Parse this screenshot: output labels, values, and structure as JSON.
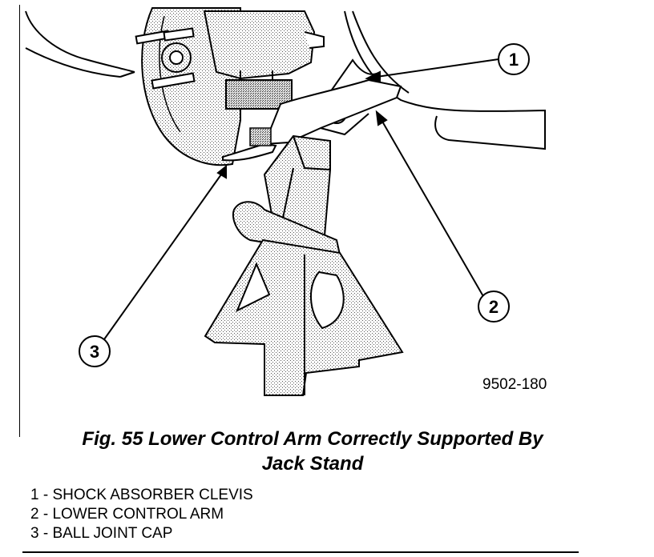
{
  "figure": {
    "code": "9502-180",
    "caption_line1": "Fig. 55 Lower Control Arm Correctly Supported By",
    "caption_line2": "Jack Stand"
  },
  "callouts": [
    {
      "number": "1",
      "label": "SHOCK ABSORBER CLEVIS"
    },
    {
      "number": "2",
      "label": "LOWER CONTROL ARM"
    },
    {
      "number": "3",
      "label": "BALL JOINT CAP"
    }
  ],
  "legend": [
    "1 - SHOCK ABSORBER CLEVIS",
    "2 - LOWER CONTROL ARM",
    "3 - BALL JOINT CAP"
  ]
}
